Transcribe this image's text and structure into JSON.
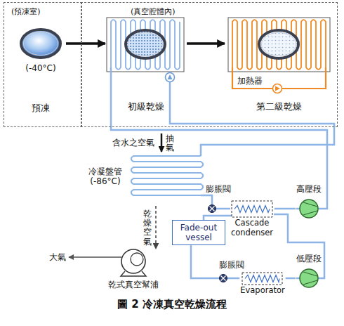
{
  "diagram": {
    "caption": "圖 2 冷凍真空乾燥流程",
    "nodes": [
      {
        "text": [
          "(預凍室)"
        ]
      },
      {
        "text": [
          "(-40°C)",
          "預凍"
        ],
        "in": 0
      },
      {
        "text": [
          "(真空腔體內)"
        ]
      },
      {
        "text": [
          "初級乾燥"
        ],
        "in": 2
      },
      {
        "text": [
          "第二級乾燥"
        ],
        "in": 2
      },
      {
        "text": [
          "冷凝盤管 (-86°C)"
        ]
      },
      {
        "text": [
          "乾式真空幫浦"
        ]
      },
      {
        "text": [
          "Fade-out vessel"
        ]
      },
      {
        "text": [
          "Cascade condenser"
        ]
      },
      {
        "text": [
          "高壓段"
        ]
      },
      {
        "text": [
          "Evaporator"
        ]
      },
      {
        "text": [
          "低壓段"
        ]
      }
    ],
    "edges": [
      {
        "from": 1,
        "to": 3,
        "arrow": "to"
      },
      {
        "from": 3,
        "to": 4,
        "arrow": "to"
      },
      {
        "from": 5,
        "to": 6,
        "arrow": "to"
      },
      {
        "from": 8,
        "to": 9,
        "arrow": "none"
      },
      {
        "from": 10,
        "to": 11,
        "arrow": "none"
      },
      {
        "from": 7,
        "to": 10,
        "arrow": "none"
      }
    ],
    "labels": [
      "含水之空氣",
      "抽氣",
      "乾燥空氣",
      "大氣",
      "膨脹閥",
      "膨脹閥",
      "加熱器"
    ]
  }
}
